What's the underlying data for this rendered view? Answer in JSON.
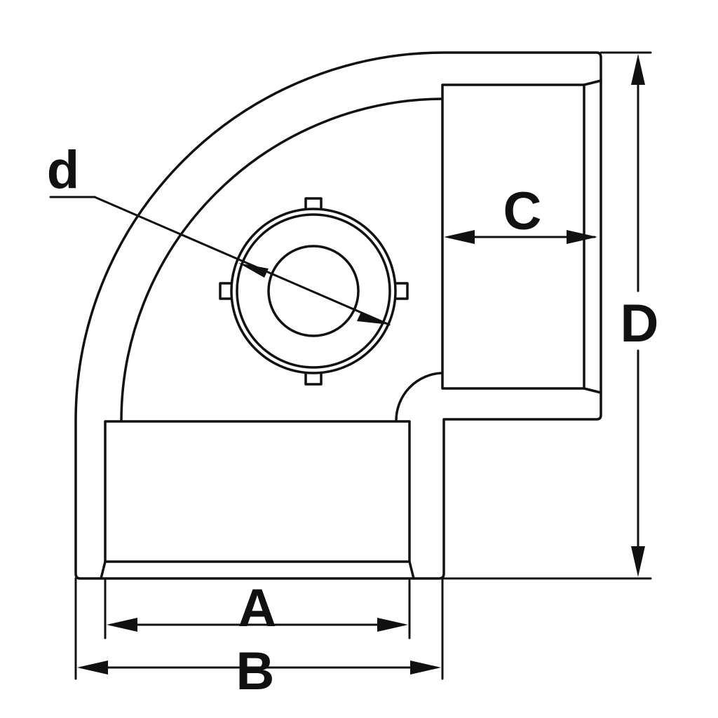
{
  "labels": {
    "d": "d",
    "c": "C",
    "d_height": "D",
    "a": "A",
    "b": "B"
  },
  "colors": {
    "stroke": "#111111",
    "background": "#ffffff"
  }
}
